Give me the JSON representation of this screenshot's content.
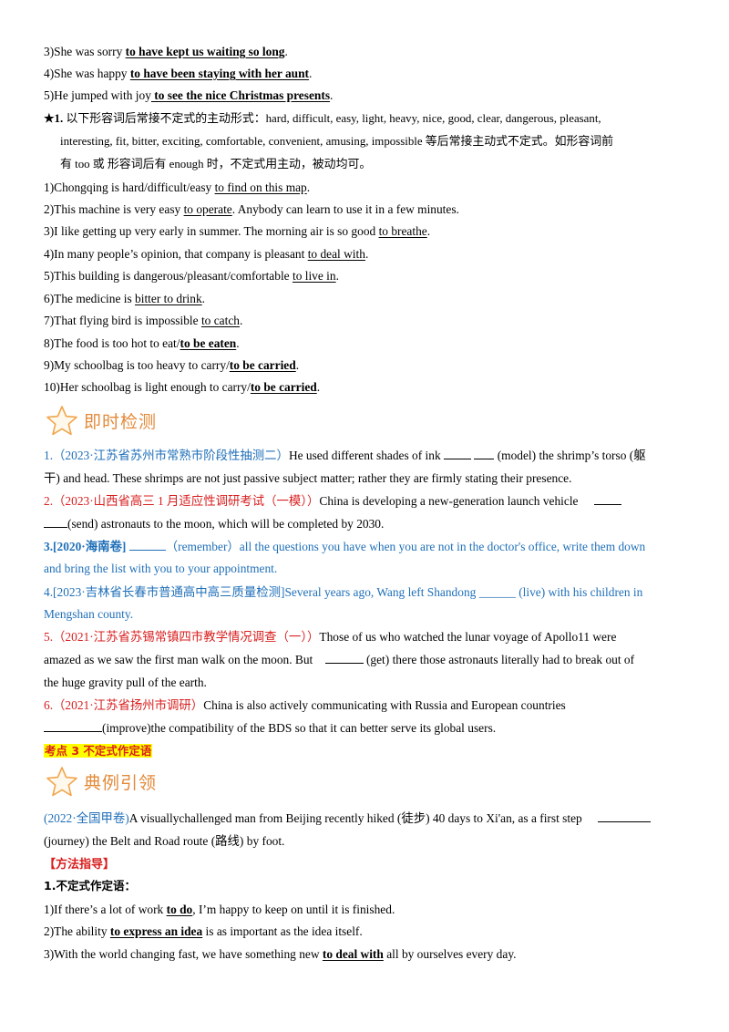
{
  "top_examples": [
    {
      "n": "3)She was sorry ",
      "u": "to have kept us waiting so long",
      "end": "."
    },
    {
      "n": "4)She was happy ",
      "u": "to have been staying with her aunt",
      "end": "."
    },
    {
      "n": "5)He jumped with joy",
      "u": " to see the nice Christmas presents",
      "end": "."
    }
  ],
  "rule1": {
    "label": "★1.",
    "line1": " 以下形容词后常接不定式的主动形式：hard, difficult, easy, light, heavy, nice, good, clear, dangerous, pleasant,",
    "line2": "interesting, fit, bitter, exciting, comfortable, convenient, amusing, impossible 等后常接主动式不定式。如形容词前",
    "line3": "有 too 或 形容词后有 enough 时，不定式用主动，被动均可。"
  },
  "adj_examples": [
    {
      "n": "1)Chongqing is hard/difficult/easy ",
      "u": "to find on this map",
      "end": ".",
      "bold": false
    },
    {
      "n": "2)This machine is very easy ",
      "u": "to operate",
      "end": ". Anybody can learn to use it in a few minutes.",
      "bold": false
    },
    {
      "n": "3)I like getting up very early in summer. The morning air is so good ",
      "u": "to breathe",
      "end": ".",
      "bold": false
    },
    {
      "n": "4)In many people’s opinion, that company is pleasant ",
      "u": "to deal with",
      "end": ".",
      "bold": false
    },
    {
      "n": "5)This building is dangerous/pleasant/comfortable ",
      "u": "to live in",
      "end": ".",
      "bold": false
    },
    {
      "n": "6)The medicine is ",
      "u": "bitter to drink",
      "end": ".",
      "bold": false
    },
    {
      "n": "7)That flying bird is impossible ",
      "u": "to catch",
      "end": ".",
      "bold": false
    },
    {
      "n": "8)The food is too hot to eat/",
      "u": "to be eaten",
      "end": ".",
      "bold": true
    },
    {
      "n": "9)My schoolbag is too heavy to carry/",
      "u": "to be carried",
      "end": ".",
      "bold": true
    },
    {
      "n": "10)Her schoolbag is light enough to carry/",
      "u": "to be carried",
      "end": ".",
      "bold": true
    }
  ],
  "section_check": "即时检测",
  "exercises": {
    "q1_src": "1.（2023·江苏省苏州市常熟市阶段性抽测二）",
    "q1_a": "He used different shades of ink ",
    "q1_b": " (model) the shrimp’s torso (躯",
    "q1_c": "干) and head. These shrimps are not just passive subject matter; rather they are firmly stating their presence.",
    "q2_src": "2.（2023·山西省高三 1 月适应性调研考试（一模））",
    "q2_a": "China is developing a new-generation launch vehicle ",
    "q2_b": "(send) astronauts to the moon, which will be completed by 2030.",
    "q3_src": "3.[2020·海南卷] ",
    "q3_a": "（remember）all the questions you have when you are not in the doctor's office, write them down",
    "q3_b": "and bring the list with you to your appointment.",
    "q4_src": "4.[2023·吉林省长春市普通高中高三质量检测]",
    "q4_a": "Several years ago, Wang left Shandong ______ (live) with his children in",
    "q4_b": "Mengshan county.",
    "q5_src": "5.（2021·江苏省苏锡常镇四市教学情况调查（一））",
    "q5_a": "Those of us who watched the lunar voyage of Apollo11 were",
    "q5_b": "amazed as we saw the first man walk on the moon. But  ",
    "q5_c": " (get) there those astronauts literally had to break out of",
    "q5_d": "the huge gravity pull of the earth.",
    "q6_src": "6.（2021·江苏省扬州市调研）",
    "q6_a": "China is also actively communicating with Russia and European countries",
    "q6_b": "(improve)the compatibility of the BDS so that it can better serve its global users."
  },
  "kaodian": "考点 3  不定式作定语",
  "section_example": "典例引领",
  "example": {
    "src": "(2022·全国甲卷)",
    "a": "A visuallychallenged man from Beijing recently hiked (徒步) 40 days to Xi'an, as a first step ",
    "b": "(journey) the Belt and Road route (路线) by foot."
  },
  "method": "【方法指导】",
  "method_title": "1.不定式作定语：",
  "attr_examples": [
    {
      "n": "1)If there’s a lot of work ",
      "u": "to do",
      "end": ", I’m happy to keep on until it is finished."
    },
    {
      "n": "2)The ability ",
      "u": "to express an idea",
      "end": " is as important as the idea itself."
    },
    {
      "n": "3)With the world changing fast, we have something new ",
      "u": "to deal with",
      "end": " all by ourselves every day."
    }
  ],
  "colors": {
    "blue": "#1f6fb8",
    "red": "#d81e1e",
    "orange": "#e38a3a",
    "highlight": "#ffff00"
  },
  "icons": [
    "star-outline-icon"
  ]
}
